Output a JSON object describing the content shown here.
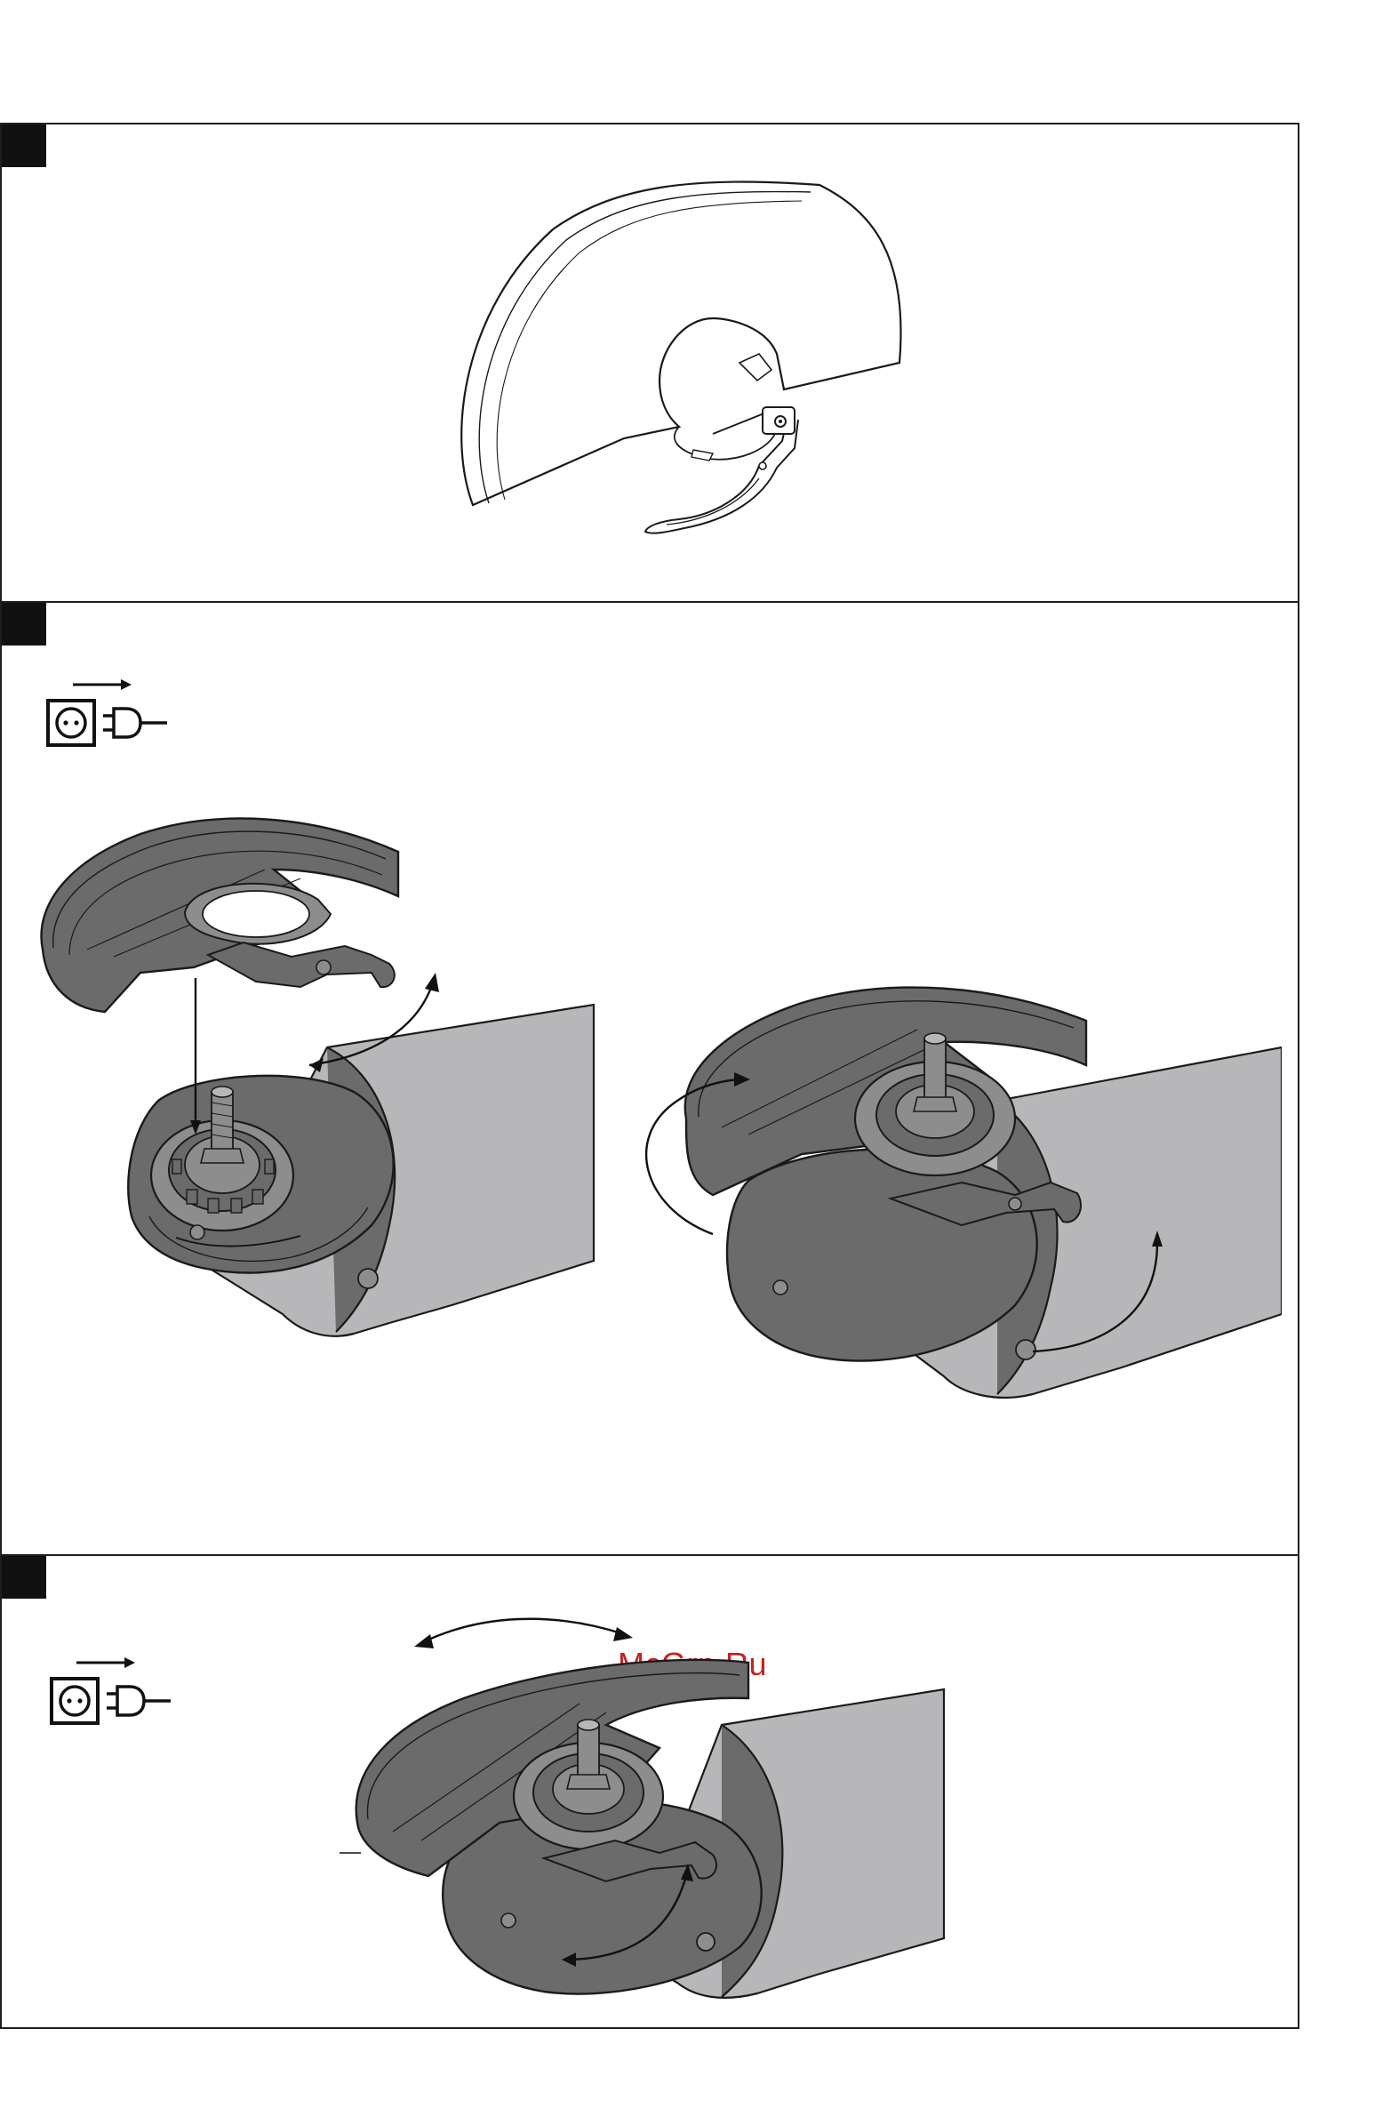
{
  "document": {
    "watermark_text": "McGrp.Ru"
  },
  "panels": [
    {
      "label": "",
      "illustration": "cutting-guard-with-clamping-lever",
      "has_symbol": false
    },
    {
      "label": "",
      "illustration": "fitting-guard-on-angle-grinder-two-step",
      "has_symbol": true,
      "symbol": "unplug-power-icon"
    },
    {
      "label": "",
      "illustration": "rotating-guard-position-on-grinder",
      "has_symbol": true,
      "symbol": "unplug-power-icon"
    }
  ],
  "colors": {
    "frame": "#1f1f1f",
    "tool_dark": "#6b6b6b",
    "tool_mid": "#8d8d8d",
    "tool_light": "#b7b7b9",
    "outline": "#1a1a1a",
    "watermark": "#cc1f1f"
  }
}
